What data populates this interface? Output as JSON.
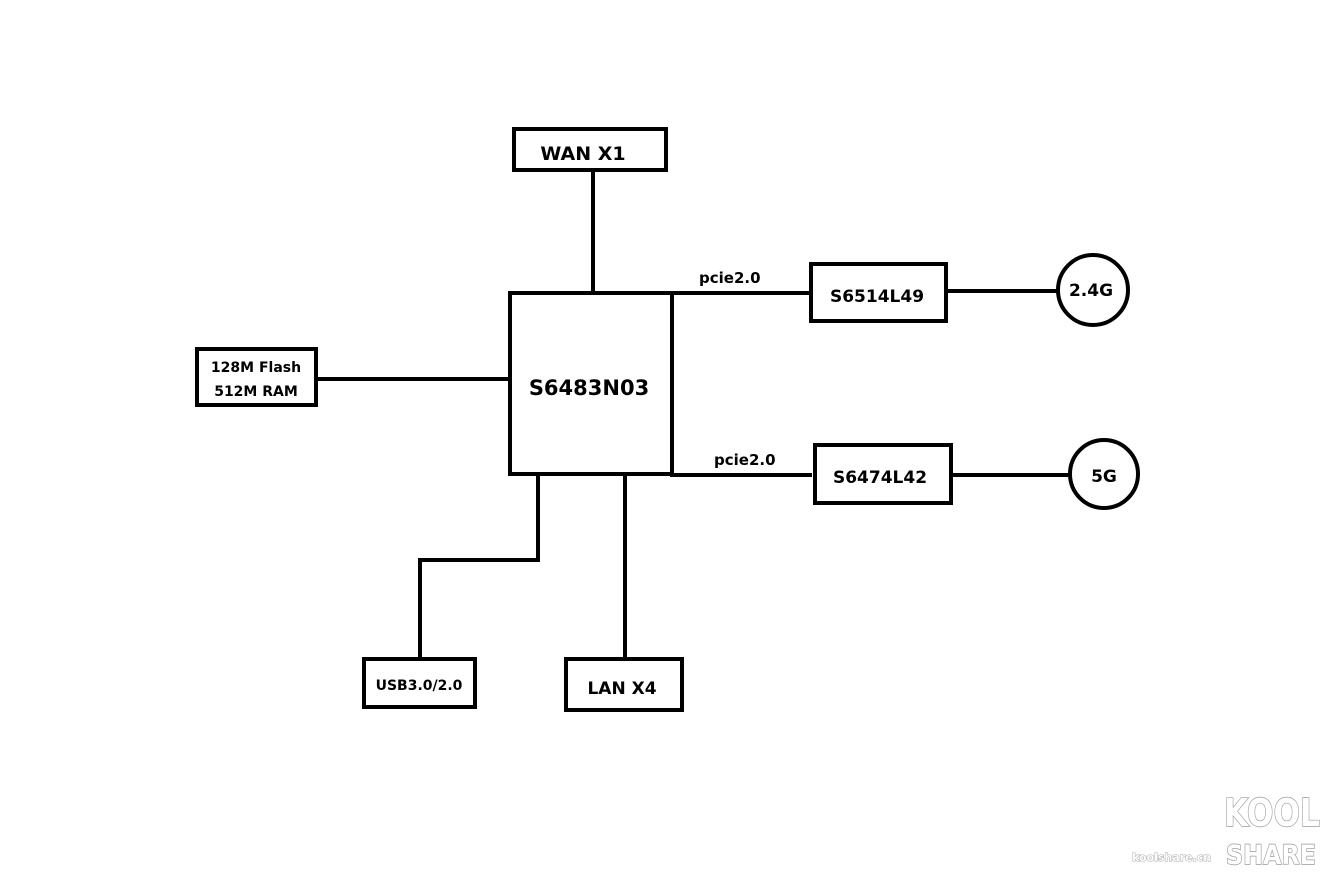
{
  "diagram": {
    "nodes": {
      "wan": {
        "label": "WAN X1"
      },
      "soc": {
        "label": "S6483N03"
      },
      "memory": {
        "lines": [
          "128M Flash",
          "512M RAM"
        ]
      },
      "chip_24": {
        "label": "S6514L49"
      },
      "chip_5": {
        "label": "S6474L42"
      },
      "band_24": {
        "label": "2.4G"
      },
      "band_5": {
        "label": "5G"
      },
      "usb": {
        "label": "USB3.0/2.0"
      },
      "lan": {
        "label": "LAN X4"
      }
    },
    "edges": {
      "soc_to_24": {
        "label": "pcie2.0"
      },
      "soc_to_5": {
        "label": "pcie2.0"
      }
    }
  },
  "watermark": {
    "line1": "KOOL",
    "line2": "SHARE",
    "domain": "koolshare.cn"
  },
  "colors": {
    "stroke": "#000000",
    "background": "#ffffff",
    "watermark_outline": "#9a9a9a"
  }
}
